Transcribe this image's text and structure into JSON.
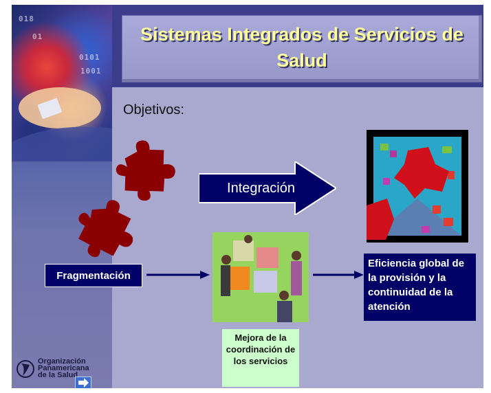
{
  "slide": {
    "title": "Sistemas Integrados de Servicios de Salud",
    "subtitle_label": "Objetivos:",
    "arrow_label": "Integración",
    "fragmentation_label": "Fragmentación",
    "coordination_label": "Mejora de la coordinación de los servicios",
    "efficiency_label": "Eficiencia global de la provisión y la continuidad de la atención"
  },
  "logo": {
    "org_name": "Organización Panamericana de la Salud"
  },
  "photo_digits": [
    "018",
    "0101",
    "1001",
    "01"
  ],
  "colors": {
    "title_text": "#ffff99",
    "dark_box": "#000066",
    "light_box": "#ccffcc",
    "puzzle_red": "#8b0000",
    "background": "#a9a9cf"
  }
}
